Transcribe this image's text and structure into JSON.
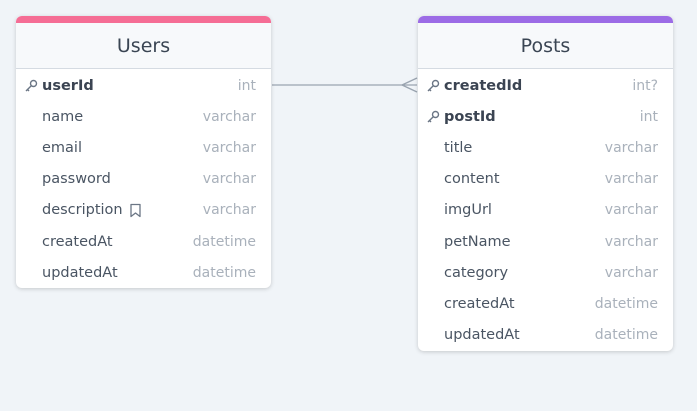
{
  "colors": {
    "users_accent": "#f56d95",
    "posts_accent": "#9c6ce6",
    "connector": "#9aa4b0"
  },
  "tables": {
    "users": {
      "name": "Users",
      "fields": [
        {
          "name": "userId",
          "type": "int",
          "pk": true,
          "note": false
        },
        {
          "name": "name",
          "type": "varchar",
          "pk": false,
          "note": false
        },
        {
          "name": "email",
          "type": "varchar",
          "pk": false,
          "note": false
        },
        {
          "name": "password",
          "type": "varchar",
          "pk": false,
          "note": false
        },
        {
          "name": "description",
          "type": "varchar",
          "pk": false,
          "note": true
        },
        {
          "name": "createdAt",
          "type": "datetime",
          "pk": false,
          "note": false
        },
        {
          "name": "updatedAt",
          "type": "datetime",
          "pk": false,
          "note": false
        }
      ]
    },
    "posts": {
      "name": "Posts",
      "fields": [
        {
          "name": "createdId",
          "type": "int?",
          "pk": true,
          "note": false
        },
        {
          "name": "postId",
          "type": "int",
          "pk": true,
          "note": false
        },
        {
          "name": "title",
          "type": "varchar",
          "pk": false,
          "note": false
        },
        {
          "name": "content",
          "type": "varchar",
          "pk": false,
          "note": false
        },
        {
          "name": "imgUrl",
          "type": "varchar",
          "pk": false,
          "note": false
        },
        {
          "name": "petName",
          "type": "varchar",
          "pk": false,
          "note": false
        },
        {
          "name": "category",
          "type": "varchar",
          "pk": false,
          "note": false
        },
        {
          "name": "createdAt",
          "type": "datetime",
          "pk": false,
          "note": false
        },
        {
          "name": "updatedAt",
          "type": "datetime",
          "pk": false,
          "note": false
        }
      ]
    }
  },
  "relationship": {
    "from": "Users.userId",
    "to": "Posts.createdId",
    "cardinality": "one-to-many"
  }
}
